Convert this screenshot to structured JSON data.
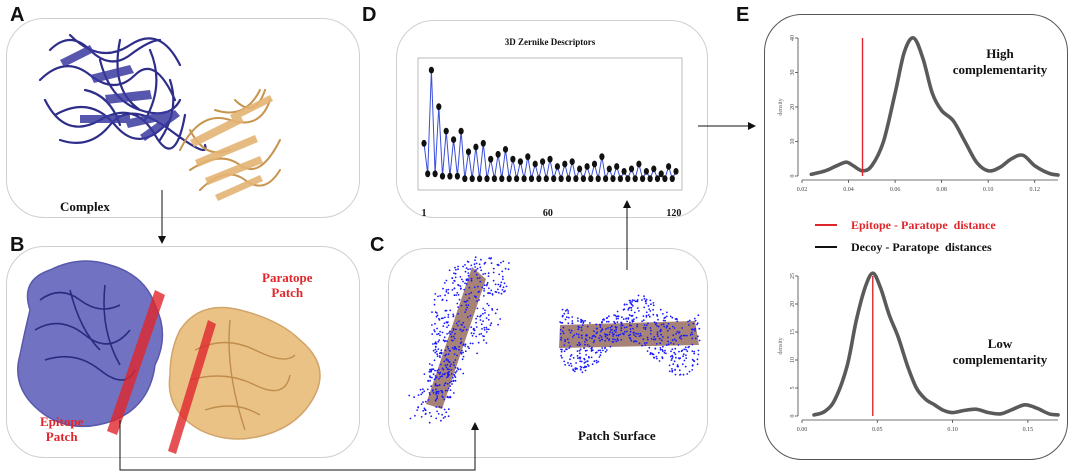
{
  "panels": {
    "a": {
      "letter": "A",
      "caption": "Complex"
    },
    "b": {
      "letter": "B",
      "paratope_label": [
        "Paratope",
        "Patch"
      ],
      "epitope_label": [
        "Epitope",
        "Patch"
      ]
    },
    "c": {
      "letter": "C",
      "caption": "Patch Surface"
    },
    "d": {
      "letter": "D"
    },
    "e": {
      "letter": "E",
      "high_label": [
        "High",
        "complementarity"
      ],
      "low_label": [
        "Low",
        "complementarity"
      ],
      "legend": [
        {
          "label": "Epitope - Paratope  distance",
          "color": "#e0262b"
        },
        {
          "label": "Decoy - Paratope  distances",
          "color": "#111111"
        }
      ]
    }
  },
  "colors": {
    "epitope": "#3c3c9e",
    "paratope": "#e3b06a",
    "plane": "#9a6b5a",
    "points": "#1a1aff",
    "curve": "#5a5a5a",
    "marker": "#e0262b"
  },
  "chart_data": [
    {
      "type": "line",
      "title": "3D Zernike Descriptors",
      "xlabel": "",
      "ylabel": "",
      "xlim": [
        1,
        121
      ],
      "x_ticks": [
        1,
        60,
        120
      ],
      "series": [
        {
          "values": [
            0.35,
            0.1,
            0.95,
            0.1,
            0.65,
            0.08,
            0.45,
            0.08,
            0.38,
            0.08,
            0.45,
            0.06,
            0.28,
            0.06,
            0.32,
            0.06,
            0.35,
            0.06,
            0.22,
            0.06,
            0.26,
            0.06,
            0.3,
            0.06,
            0.22,
            0.06,
            0.2,
            0.06,
            0.24,
            0.06,
            0.18,
            0.06,
            0.2,
            0.06,
            0.22,
            0.06,
            0.16,
            0.06,
            0.18,
            0.06,
            0.2,
            0.06,
            0.14,
            0.06,
            0.16,
            0.06,
            0.18,
            0.06,
            0.24,
            0.06,
            0.14,
            0.06,
            0.16,
            0.06,
            0.12,
            0.06,
            0.14,
            0.06,
            0.18,
            0.06,
            0.12,
            0.06,
            0.14,
            0.06,
            0.1,
            0.06,
            0.16,
            0.06,
            0.12
          ]
        }
      ],
      "grid": false
    },
    {
      "type": "line",
      "panel": "high complementarity",
      "ylabel": "density",
      "xlim": [
        0.02,
        0.13
      ],
      "ylim": [
        0,
        40
      ],
      "x_ticks": [
        "0.02",
        "0.04",
        "0.06",
        "0.08",
        "0.10",
        "0.12"
      ],
      "y_ticks": [
        "0",
        "10",
        "20",
        "30",
        "40"
      ],
      "marker_x": 0.046,
      "x": [
        0.024,
        0.03,
        0.035,
        0.039,
        0.042,
        0.046,
        0.05,
        0.055,
        0.06,
        0.064,
        0.068,
        0.072,
        0.076,
        0.08,
        0.085,
        0.09,
        0.095,
        0.1,
        0.105,
        0.11,
        0.115,
        0.12,
        0.126,
        0.13
      ],
      "values": [
        0.5,
        1.5,
        3.0,
        4.0,
        3.0,
        1.5,
        3.0,
        10,
        24,
        36,
        40,
        34,
        24,
        19,
        16,
        10,
        4,
        1.5,
        2.5,
        5,
        6,
        3,
        0.8,
        0.3
      ]
    },
    {
      "type": "line",
      "panel": "low complementarity",
      "ylabel": "density",
      "xlim": [
        0.0,
        0.17
      ],
      "ylim": [
        0,
        25
      ],
      "x_ticks": [
        "0.00",
        "0.05",
        "0.10",
        "0.15"
      ],
      "y_ticks": [
        "0",
        "5",
        "10",
        "15",
        "20",
        "25"
      ],
      "marker_x": 0.047,
      "x": [
        0.008,
        0.015,
        0.022,
        0.03,
        0.036,
        0.042,
        0.047,
        0.052,
        0.058,
        0.064,
        0.07,
        0.076,
        0.082,
        0.088,
        0.094,
        0.1,
        0.108,
        0.116,
        0.124,
        0.132,
        0.14,
        0.148,
        0.156,
        0.164,
        0.17
      ],
      "values": [
        0.2,
        0.8,
        3,
        9,
        17,
        23,
        25.5,
        23,
        18,
        14,
        9,
        5,
        3,
        2,
        1,
        0.6,
        1,
        1.2,
        0.6,
        0.4,
        1.2,
        2,
        1.4,
        0.4,
        0.2
      ]
    }
  ]
}
